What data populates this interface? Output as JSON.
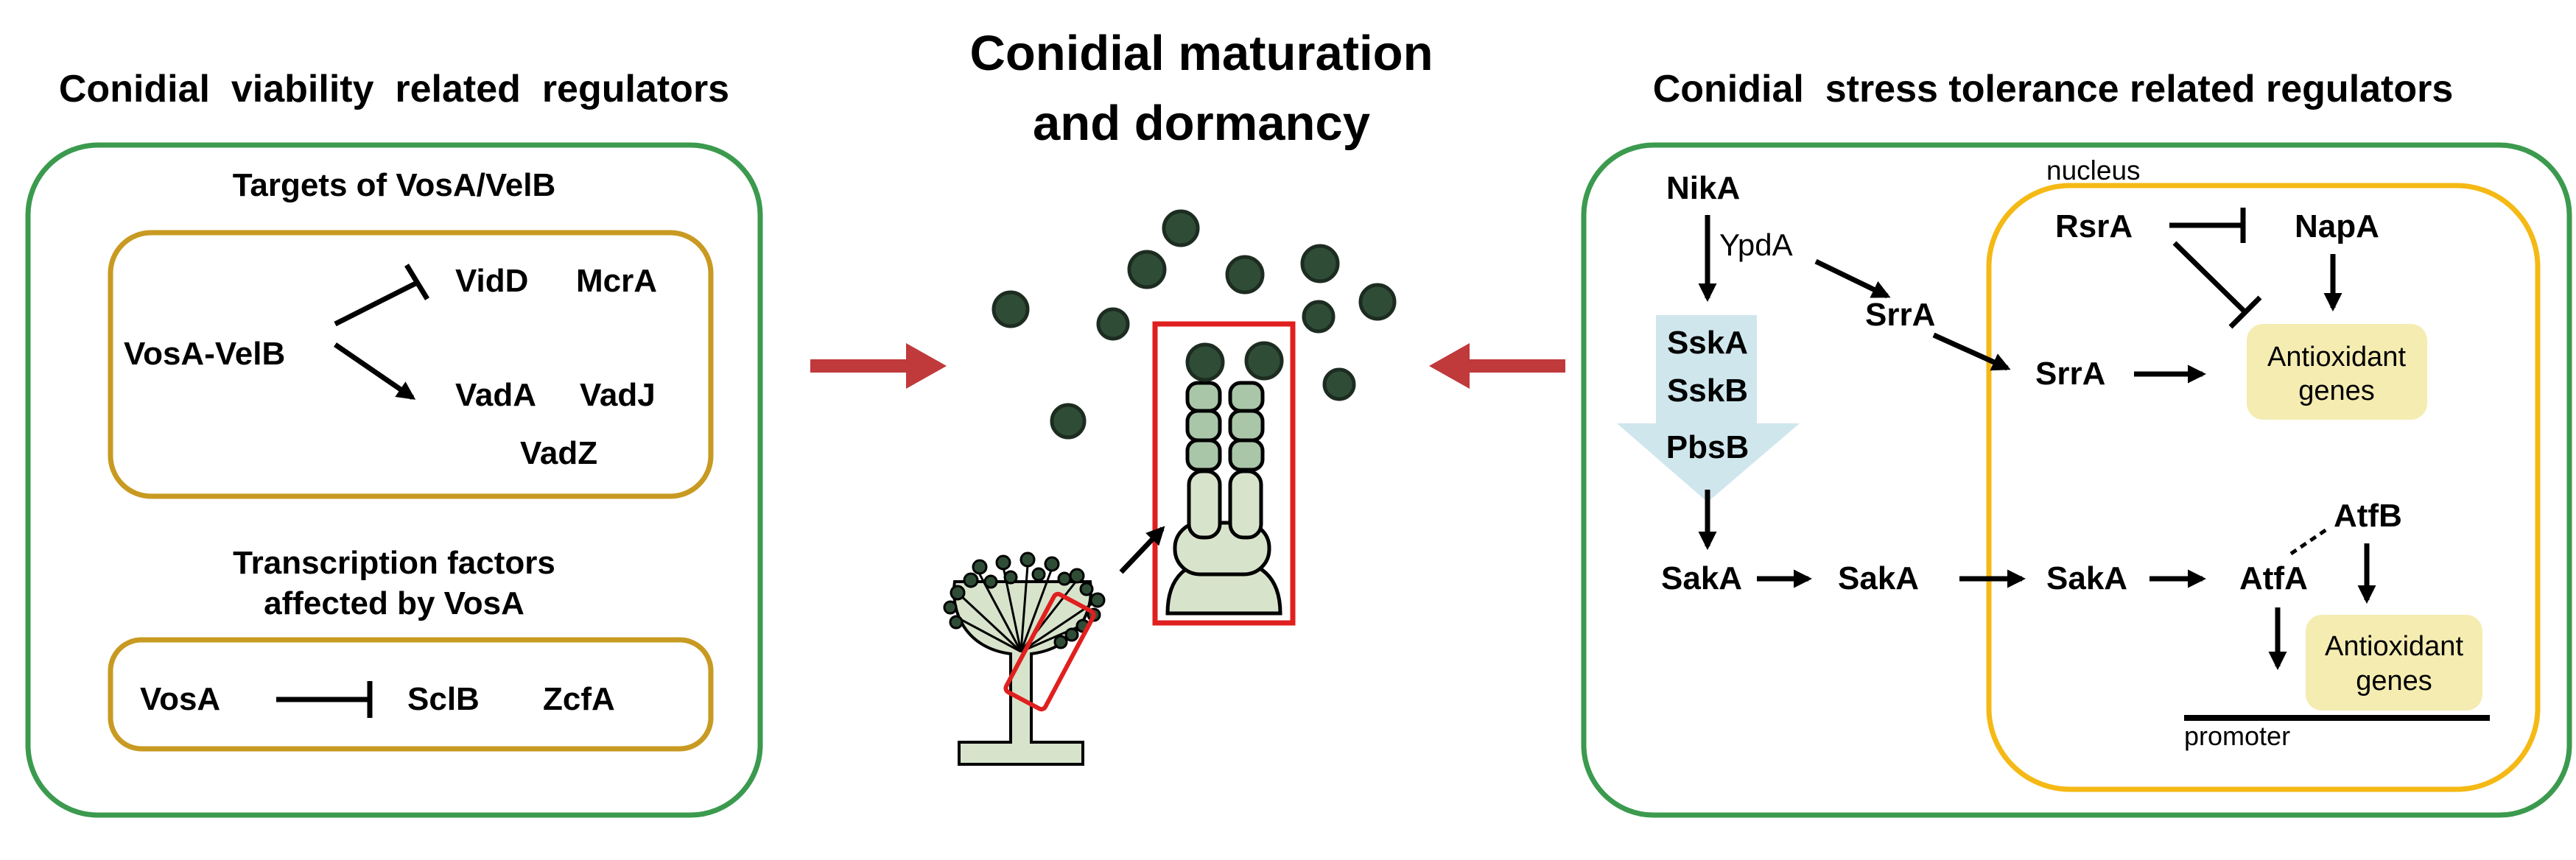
{
  "left_panel": {
    "title": "Conidial  viability  related  regulators",
    "targets_title": "Targets of VosA/VelB",
    "regulator": "VosA-VelB",
    "repressed": [
      "VidD",
      "McrA"
    ],
    "activated": [
      "VadA",
      "VadJ",
      "VadZ"
    ],
    "tf_title_line1": "Transcription factors",
    "tf_title_line2": "affected by VosA",
    "tf_source": "VosA",
    "tf_targets": [
      "SclB",
      "ZcfA"
    ]
  },
  "center": {
    "title_line1": "Conidial maturation",
    "title_line2": "and dormancy"
  },
  "right_panel": {
    "title": "Conidial  stress tolerance related regulators",
    "nucleus_label": "nucleus",
    "nika": "NikA",
    "ypda": "YpdA",
    "srra_cyto": "SrrA",
    "cascade": [
      "SskA",
      "SskB",
      "PbsB"
    ],
    "saka": [
      "SakA",
      "SakA",
      "SakA"
    ],
    "rsra": "RsrA",
    "napa": "NapA",
    "srra_nuc": "SrrA",
    "antiox1_line1": "Antioxidant",
    "antiox1_line2": "genes",
    "atfb": "AtfB",
    "atfa": "AtfA",
    "antiox2_line1": "Antioxidant",
    "antiox2_line2": "genes",
    "promoter": "promoter"
  },
  "colors": {
    "green_frame": "#3b9a4e",
    "gold_frame": "#c89a22",
    "nucleus_frame": "#f5b915",
    "red_arrow": "#c0393b",
    "red_box": "#e0201f",
    "spore_dark": "#2f4d36",
    "spore_light": "#a9c6a8",
    "cell_pale": "#d8e3cc",
    "gene_box": "#f4ecb1",
    "cascade_arrow": "#cfe6ed"
  }
}
